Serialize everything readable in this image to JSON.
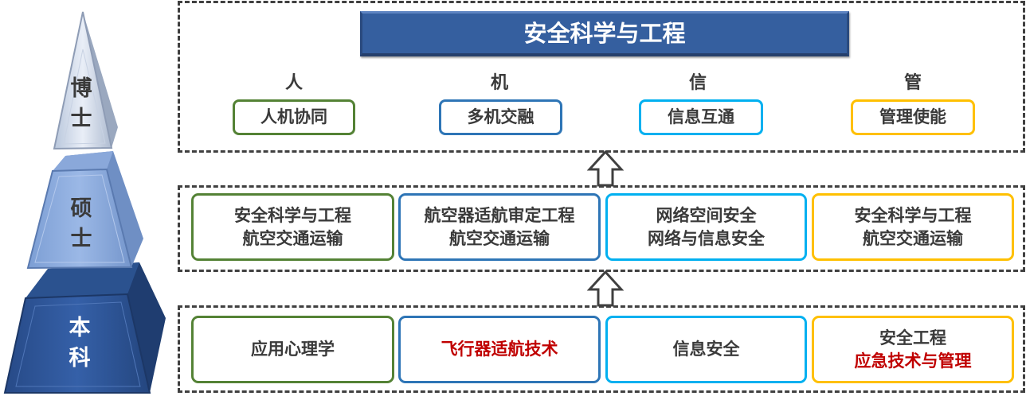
{
  "pyramid": {
    "levels": [
      {
        "id": "doctor",
        "label_line1": "博",
        "label_line2": "士",
        "color": "#dbe5f5"
      },
      {
        "id": "master",
        "label_line1": "硕",
        "label_line2": "士",
        "color": "#8eaee0"
      },
      {
        "id": "bachelor",
        "label_line1": "本",
        "label_line2": "科",
        "color": "#2f5597"
      }
    ]
  },
  "top": {
    "title": "安全科学与工程",
    "pillars": [
      {
        "head": "人",
        "tag": "人机协同",
        "color": "#548235"
      },
      {
        "head": "机",
        "tag": "多机交融",
        "color": "#2e75b6"
      },
      {
        "head": "信",
        "tag": "信息互通",
        "color": "#00b0f0"
      },
      {
        "head": "管",
        "tag": "管理使能",
        "color": "#ffc000"
      }
    ]
  },
  "master": {
    "boxes": [
      {
        "line1": "安全科学与工程",
        "line2": "航空交通运输"
      },
      {
        "line1": "航空器适航审定工程",
        "line2": "航空交通运输"
      },
      {
        "line1": "网络空间安全",
        "line2": "网络与信息安全"
      },
      {
        "line1": "安全科学与工程",
        "line2": "航空交通运输"
      }
    ]
  },
  "bachelor": {
    "boxes": [
      {
        "line1": "应用心理学"
      },
      {
        "line1": "飞行器适航技术",
        "highlight": true
      },
      {
        "line1": "信息安全"
      },
      {
        "line1": "安全工程",
        "line2": "应急技术与管理",
        "line2_highlight": true
      }
    ]
  },
  "colors": {
    "highlight": "#c00000",
    "frame": "#404040",
    "banner": "#355f9f"
  }
}
